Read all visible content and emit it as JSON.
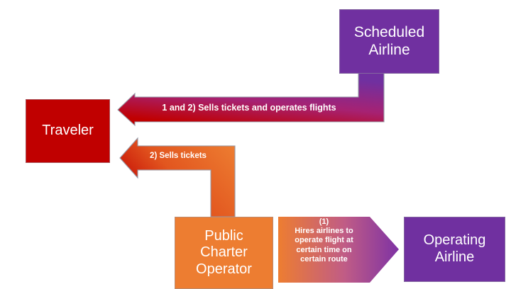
{
  "diagram": {
    "title": "Public charter operator vs scheduled airline flow diagram",
    "background": "#ffffff",
    "colors": {
      "purple": "#7030A0",
      "red": "#C00000",
      "orange": "#ED7D31",
      "arrow_outline": "#9699A6",
      "text": "#FFFFFF"
    },
    "nodes": [
      {
        "id": "scheduled-airline",
        "label": "Scheduled\nAirline",
        "color": "#7030A0"
      },
      {
        "id": "traveler",
        "label": "Traveler",
        "color": "#C00000"
      },
      {
        "id": "public-charter-operator",
        "label": "Public\nCharter\nOperator",
        "color": "#ED7D31"
      },
      {
        "id": "operating-airline",
        "label": "Operating\nAirline",
        "color": "#7030A0"
      }
    ],
    "arrows": [
      {
        "id": "scheduled-to-traveler",
        "label": "1 and 2) Sells tickets and operates flights",
        "from": "scheduled-airline",
        "to": "traveler",
        "shape": "elbow-left",
        "gradient_from": "#7030A0",
        "gradient_to": "#C00000"
      },
      {
        "id": "operator-to-traveler",
        "label": "2) Sells tickets",
        "from": "public-charter-operator",
        "to": "traveler",
        "shape": "elbow-left",
        "gradient_from": "#ED7D31",
        "gradient_to": "#C00000"
      },
      {
        "id": "operator-to-operating-airline",
        "label": "(1)\nHires airlines to\noperate flight at\ncertain time on\ncertain route",
        "from": "public-charter-operator",
        "to": "operating-airline",
        "shape": "chevron-right",
        "gradient_from": "#ED7D31",
        "gradient_to": "#7030A0"
      }
    ]
  }
}
